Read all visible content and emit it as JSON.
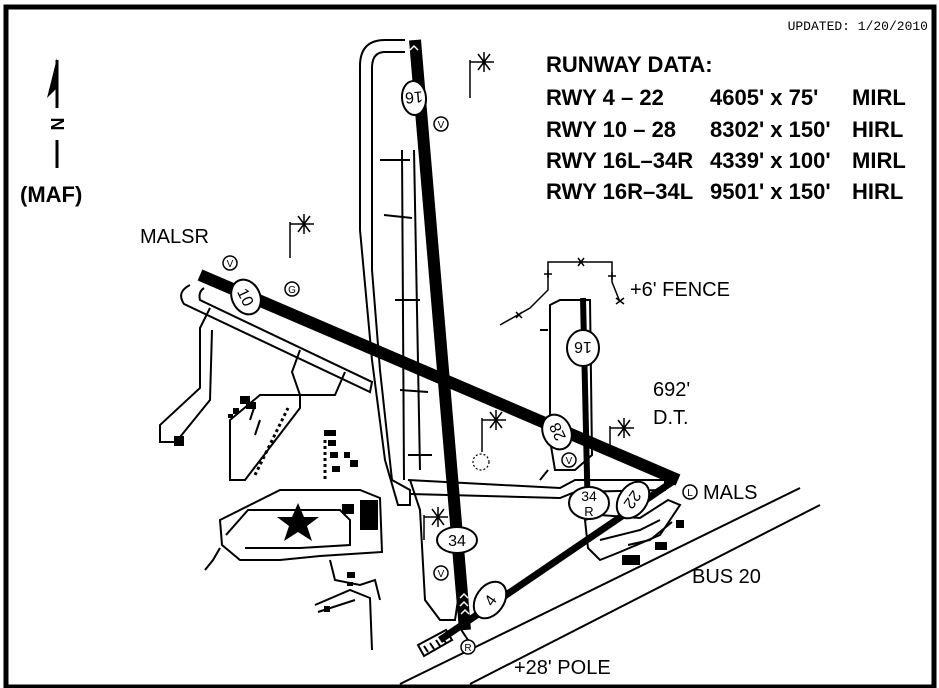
{
  "header": {
    "updated": "UPDATED: 1/20/2010"
  },
  "airport": {
    "identifier": "(MAF)",
    "north_label": "N"
  },
  "runway_table": {
    "title": "RUNWAY DATA:",
    "rows": [
      {
        "rwy": "RWY 4 – 22",
        "dims": "4605' x 75'",
        "lights": "MIRL"
      },
      {
        "rwy": "RWY 10 – 28",
        "dims": "8302' x 150'",
        "lights": "HIRL"
      },
      {
        "rwy": "RWY 16L–34R",
        "dims": "4339' x 100'",
        "lights": "MIRL"
      },
      {
        "rwy": "RWY 16R–34L",
        "dims": "9501' x 150'",
        "lights": "HIRL"
      }
    ]
  },
  "runway_end_labels": {
    "r16R": "16",
    "r34L": "34",
    "r10": "10",
    "r28": "28",
    "r16L": "16",
    "r34R": "34",
    "r34R_suffix": "R",
    "r4": "4",
    "r22": "22"
  },
  "annotations": {
    "malsr": "MALSR",
    "fence": "+6' FENCE",
    "dt_height": "692'",
    "dt_label": "D.T.",
    "mals": "MALS",
    "bus20": "BUS 20",
    "pole": "+28' POLE"
  },
  "symbols": {
    "vor": "V",
    "glide": "G",
    "lighting": "L",
    "radar": "R"
  }
}
